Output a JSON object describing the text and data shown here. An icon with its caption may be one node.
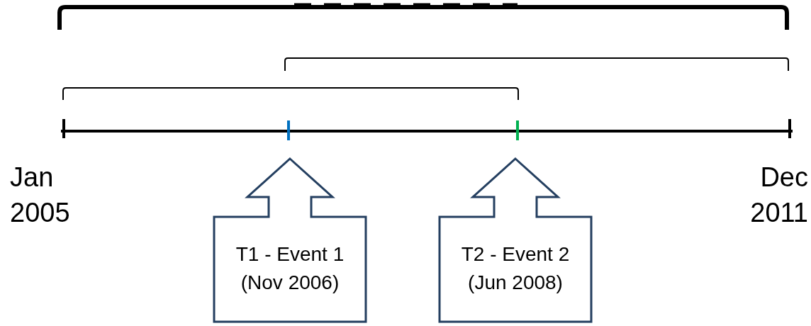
{
  "diagram": {
    "nodes": [
      {
        "text": [
          "T1 - Event 1",
          "(Nov 2006)"
        ]
      },
      {
        "text": [
          "T2 - Event 2",
          "(Jun 2008)"
        ]
      }
    ],
    "labels": [
      "Jan 2005",
      "Dec 2011"
    ]
  }
}
